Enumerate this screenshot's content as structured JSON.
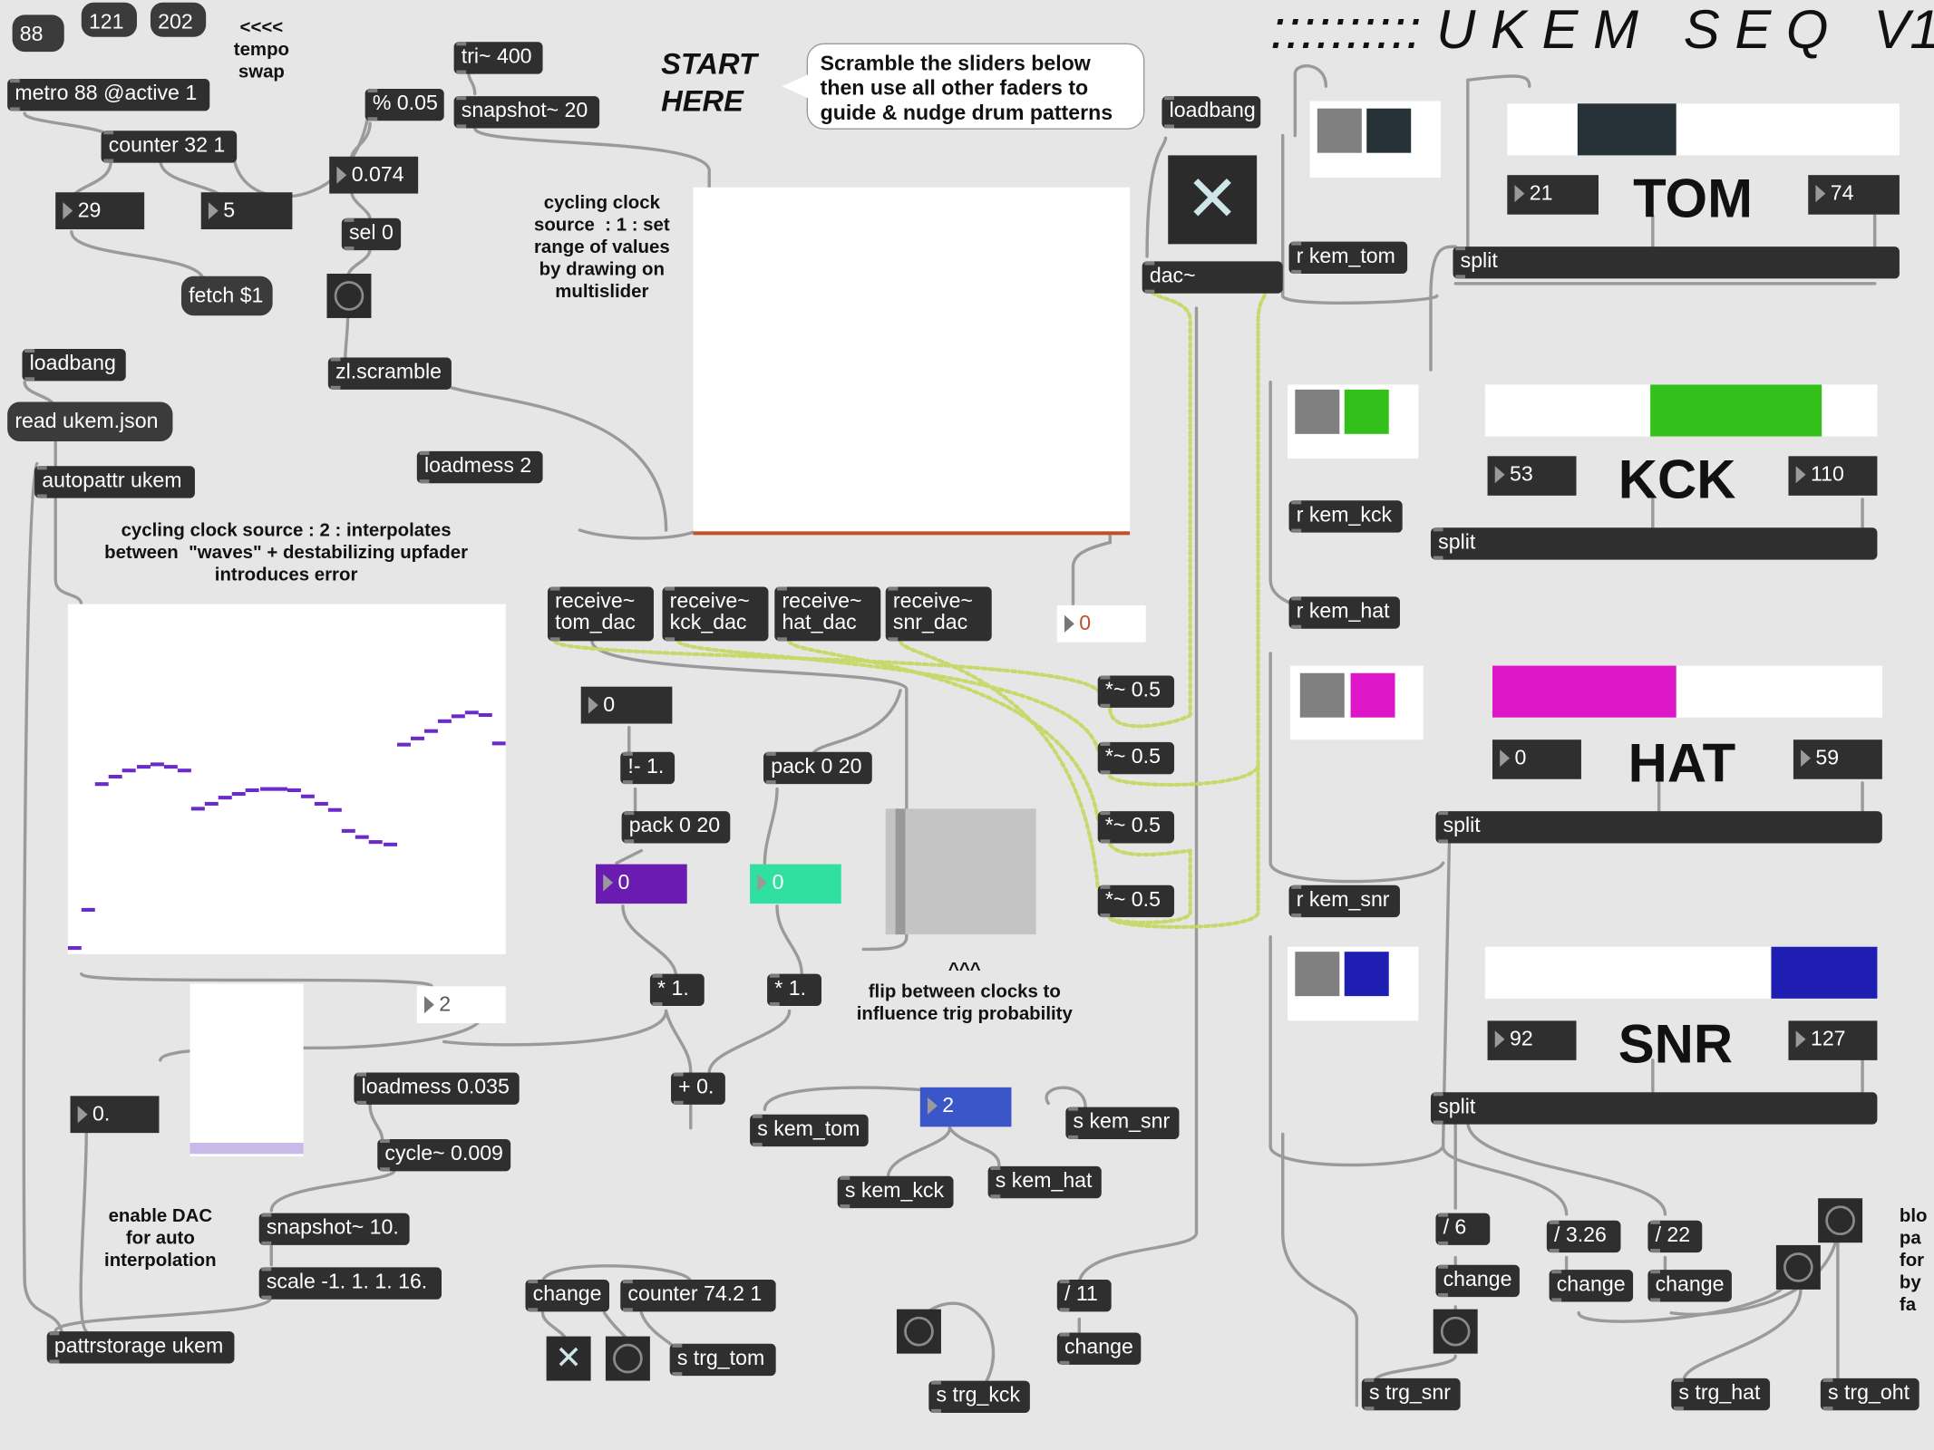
{
  "top_buttons": [
    "88",
    "121",
    "202"
  ],
  "objects": {
    "metro": "metro 88 @active 1",
    "counter32": "counter 32 1",
    "fetch": "fetch $1",
    "mod005": "% 0.05",
    "tri400": "tri~ 400",
    "snapshot20": "snapshot~ 20",
    "sel0": "sel 0",
    "zlscramble": "zl.scramble",
    "loadmess2": "loadmess 2",
    "autopattr": "autopattr ukem",
    "dac": "dac~",
    "r_kem_tom": "r kem_tom",
    "r_kem_kck": "r kem_kck",
    "r_kem_hat": "r kem_hat",
    "r_kem_snr": "r kem_snr",
    "split_tom": "split",
    "split_kck": "split",
    "split_hat": "split",
    "split_snr": "split",
    "recv_tom": "receive~\ntom_dac",
    "recv_kck": "receive~\nkck_dac",
    "recv_hat": "receive~\nhat_dac",
    "recv_snr": "receive~\nsnr_dac",
    "mul1": "*~ 0.5",
    "mul2": "*~ 0.5",
    "mul3": "*~ 0.5",
    "mul4": "*~ 0.5",
    "notminus": "!- 1.",
    "pack_a": "pack 0 20",
    "pack_b": "pack 0 20",
    "times_a": "* 1.",
    "times_b": "* 1.",
    "plus0": "+ 0.",
    "s_kem_tom": "s kem_tom",
    "s_kem_snr": "s kem_snr",
    "s_kem_kck": "s kem_kck",
    "s_kem_hat": "s kem_hat",
    "loadmess0035": "loadmess 0.035",
    "cycle": "cycle~ 0.009",
    "snapshot10": "snapshot~ 10.",
    "scale": "scale -1. 1. 1. 16.",
    "pattrstorage": "pattrstorage ukem",
    "change1": "change",
    "counter742": "counter 74.2 1",
    "s_trg_tom": "s trg_tom",
    "s_trg_kck": "s trg_kck",
    "div11": "/ 11",
    "change2": "change",
    "div6": "/ 6",
    "div326": "/ 3.26",
    "div22": "/ 22",
    "change3": "change",
    "change4": "change",
    "change5": "change",
    "s_trg_snr": "s trg_snr",
    "s_trg_hat": "s trg_hat",
    "s_trg_oht": "s trg_oht"
  },
  "messages": {
    "loadbang_left": "loadbang",
    "read_json": "read ukem.json",
    "loadbang_top": "loadbang"
  },
  "numbers": {
    "n29": "29",
    "n5": "5",
    "n0074": "0.074",
    "n0_right": "0",
    "n0_mid": "0",
    "n0_purple": "0",
    "n0_teal": "0",
    "n2_white": "2",
    "n2_blue": "2",
    "n0dot": "0.",
    "tom_lo": "21",
    "tom_hi": "74",
    "kck_lo": "53",
    "kck_hi": "110",
    "hat_lo": "0",
    "hat_hi": "59",
    "snr_lo": "92",
    "snr_hi": "127"
  },
  "comments": {
    "tempo_swap": "<<<<\ntempo\nswap",
    "start_here": "START\nHERE",
    "bubble": "Scramble the sliders below\nthen use all other faders to\nguide & nudge drum patterns",
    "clock1": "cycling clock\nsource  : 1 : set\nrange of values\nby drawing on\nmultislider",
    "clock2": "cycling clock source : 2 : interpolates\nbetween  \"waves\" + destabilizing upfader\nintroduces error",
    "flip": "^^^\nflip between clocks to\ninfluence trig probability",
    "enable_dac": "enable DAC\nfor auto\ninterpolation",
    "side_note": "blo\npa\nfor\nby\nfa"
  },
  "title": ":::::::::: U K E M   S E Q   V1",
  "drums": [
    {
      "label": "TOM",
      "color": "#263238",
      "range_lo": 0.18,
      "range_hi": 0.43
    },
    {
      "label": "KCK",
      "color": "#33c01a",
      "range_lo": 0.42,
      "range_hi": 0.86
    },
    {
      "label": "HAT",
      "color": "#dd17c8",
      "range_lo": 0.0,
      "range_hi": 0.47
    },
    {
      "label": "SNR",
      "color": "#1e1eb3",
      "range_lo": 0.73,
      "range_hi": 1.0
    }
  ],
  "colors": {
    "patch_bg": "#e6e6e6",
    "object_bg": "#2f2f2f",
    "purple": "#6a1bb1",
    "teal": "#2fe0a0",
    "blue_num": "#3a56c9",
    "plot_line": "#6a2bc8",
    "signal_cord": "#c8d86b"
  },
  "icons": {
    "dac_toggle": "x-toggle-icon",
    "bangs": "bang-circle-icon"
  }
}
